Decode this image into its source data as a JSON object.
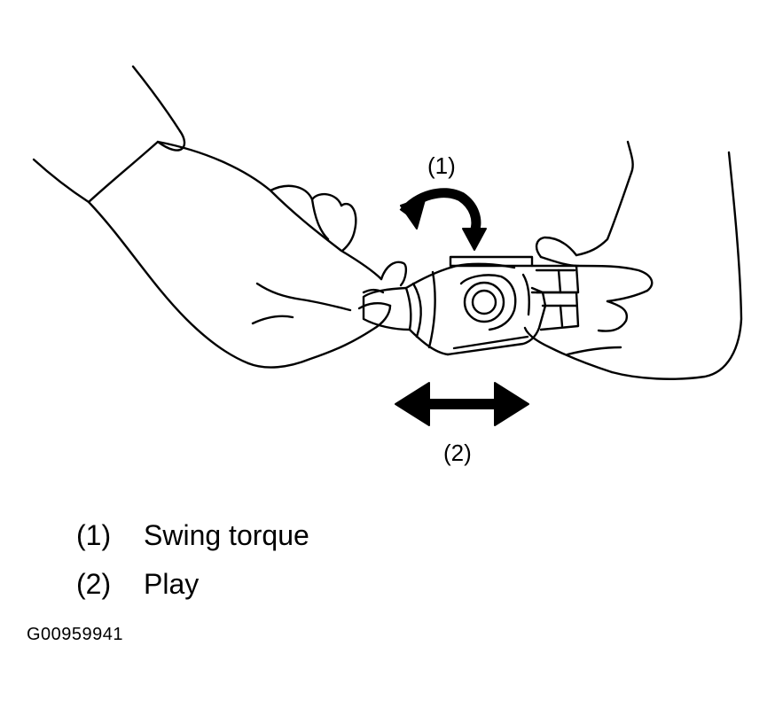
{
  "callouts": [
    {
      "label": "(1)"
    },
    {
      "label": "(2)"
    }
  ],
  "legend": [
    {
      "num": "(1)",
      "text": "Swing torque"
    },
    {
      "num": "(2)",
      "text": "Play"
    }
  ],
  "figure_code": "G00959941",
  "arrows": {
    "rotation_arrow": "curved-rotation-arrow-icon",
    "play_arrow": "double-headed-horizontal-arrow-icon"
  }
}
